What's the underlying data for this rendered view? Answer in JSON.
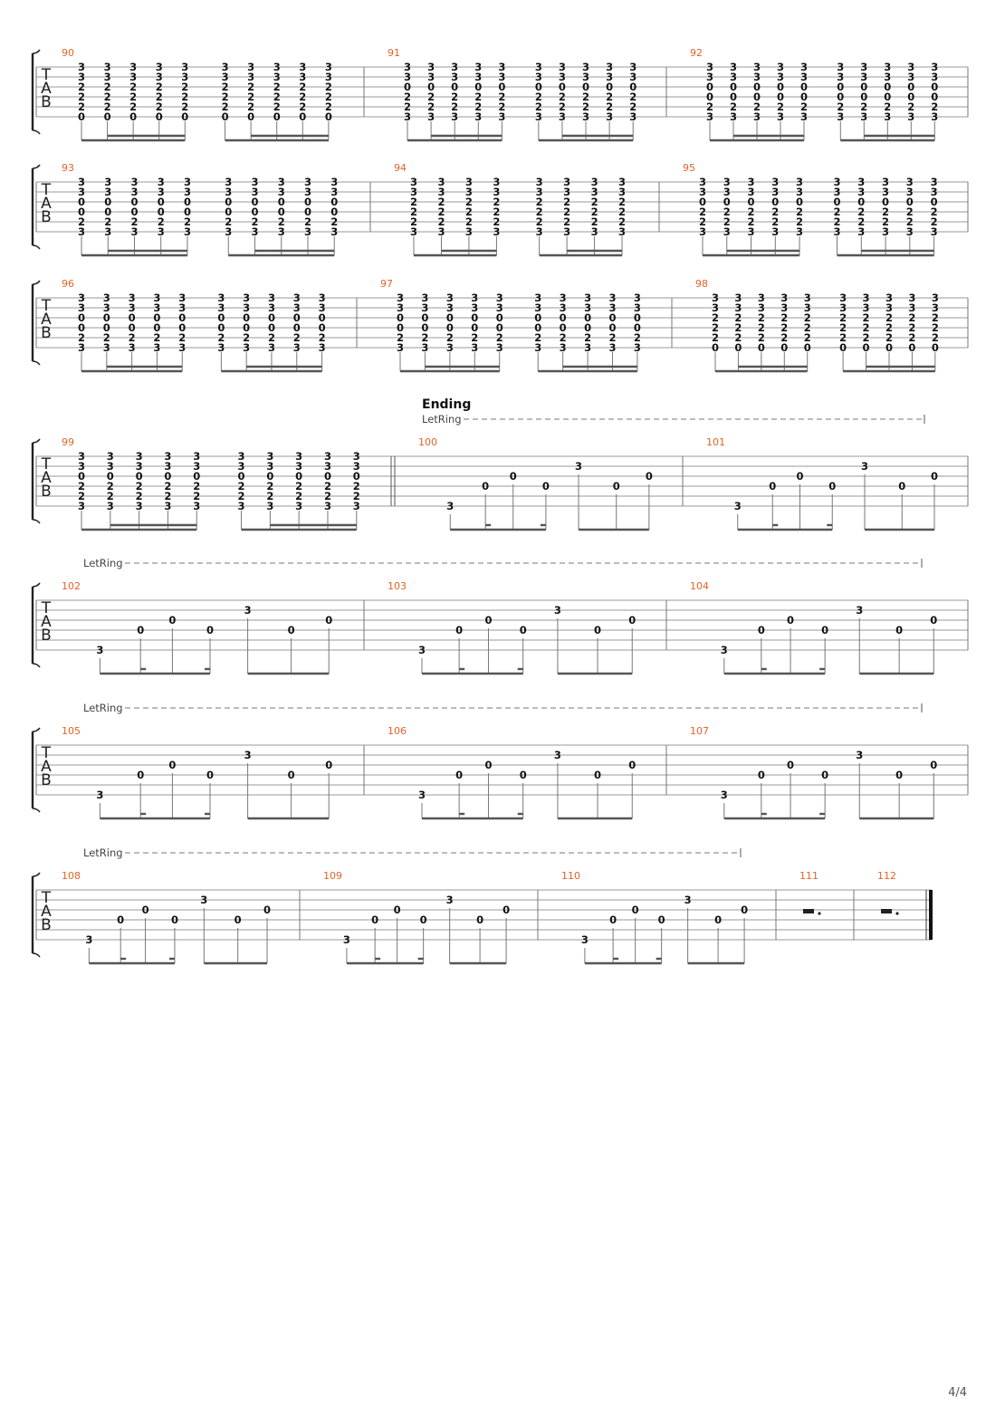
{
  "page": {
    "number": "4/4"
  },
  "tab_clef": [
    "T",
    "A",
    "B"
  ],
  "let_ring_label": "LetRing",
  "section_label": "Ending",
  "chords": {
    "A": [
      "3",
      "3",
      "2",
      "2",
      "2",
      "0"
    ],
    "B": [
      "3",
      "3",
      "0",
      "2",
      "2",
      "3"
    ],
    "C": [
      "3",
      "3",
      "0",
      "0",
      "2",
      "3"
    ],
    "D": [
      "3",
      "3",
      "2",
      "2",
      "2",
      "3"
    ],
    "E": [
      "3",
      "3",
      "2",
      "2",
      "2",
      "0"
    ]
  },
  "systems": [
    {
      "measures": [
        {
          "number": "90",
          "chord": "A",
          "repeats": 10
        },
        {
          "number": "91",
          "chord": "B",
          "repeats": 10
        },
        {
          "number": "92",
          "chord": "C",
          "repeats": 10
        }
      ]
    },
    {
      "measures": [
        {
          "number": "93",
          "chord": "C",
          "repeats": 10
        },
        {
          "number": "94",
          "chord": "D",
          "repeats": 8
        },
        {
          "number": "95",
          "chord": "B",
          "repeats": 10
        }
      ]
    },
    {
      "measures": [
        {
          "number": "96",
          "chord": "C",
          "repeats": 10
        },
        {
          "number": "97",
          "chord": "C",
          "repeats": 10
        },
        {
          "number": "98",
          "chord": "E",
          "repeats": 10
        }
      ]
    },
    {
      "section": "Ending",
      "let_ring": true,
      "measures": [
        {
          "number": "99",
          "chord": "B",
          "repeats": 10
        },
        {
          "number": "100",
          "arpeggio": [
            "3",
            "0",
            "0",
            "0",
            "3",
            "0",
            "0"
          ]
        },
        {
          "number": "101",
          "arpeggio": [
            "3",
            "0",
            "0",
            "0",
            "3",
            "0",
            "0"
          ]
        }
      ]
    },
    {
      "let_ring": true,
      "measures": [
        {
          "number": "102",
          "arpeggio": [
            "3",
            "0",
            "0",
            "0",
            "3",
            "0",
            "0"
          ]
        },
        {
          "number": "103",
          "arpeggio": [
            "3",
            "0",
            "0",
            "0",
            "3",
            "0",
            "0"
          ]
        },
        {
          "number": "104",
          "arpeggio": [
            "3",
            "0",
            "0",
            "0",
            "3",
            "0",
            "0"
          ]
        }
      ]
    },
    {
      "let_ring": true,
      "measures": [
        {
          "number": "105",
          "arpeggio": [
            "3",
            "0",
            "0",
            "0",
            "3",
            "0",
            "0"
          ]
        },
        {
          "number": "106",
          "arpeggio": [
            "3",
            "0",
            "0",
            "0",
            "3",
            "0",
            "0"
          ]
        },
        {
          "number": "107",
          "arpeggio": [
            "3",
            "0",
            "0",
            "0",
            "3",
            "0",
            "0"
          ]
        }
      ]
    },
    {
      "let_ring": true,
      "measures": [
        {
          "number": "108",
          "arpeggio": [
            "3",
            "0",
            "0",
            "0",
            "3",
            "0",
            "0"
          ]
        },
        {
          "number": "109",
          "arpeggio": [
            "3",
            "0",
            "0",
            "0",
            "3",
            "0",
            "0"
          ]
        },
        {
          "number": "110",
          "arpeggio": [
            "3",
            "0",
            "0",
            "0",
            "3",
            "0",
            "0"
          ]
        },
        {
          "number": "111",
          "rest": true
        },
        {
          "number": "112",
          "rest": true,
          "final": true
        }
      ]
    }
  ]
}
